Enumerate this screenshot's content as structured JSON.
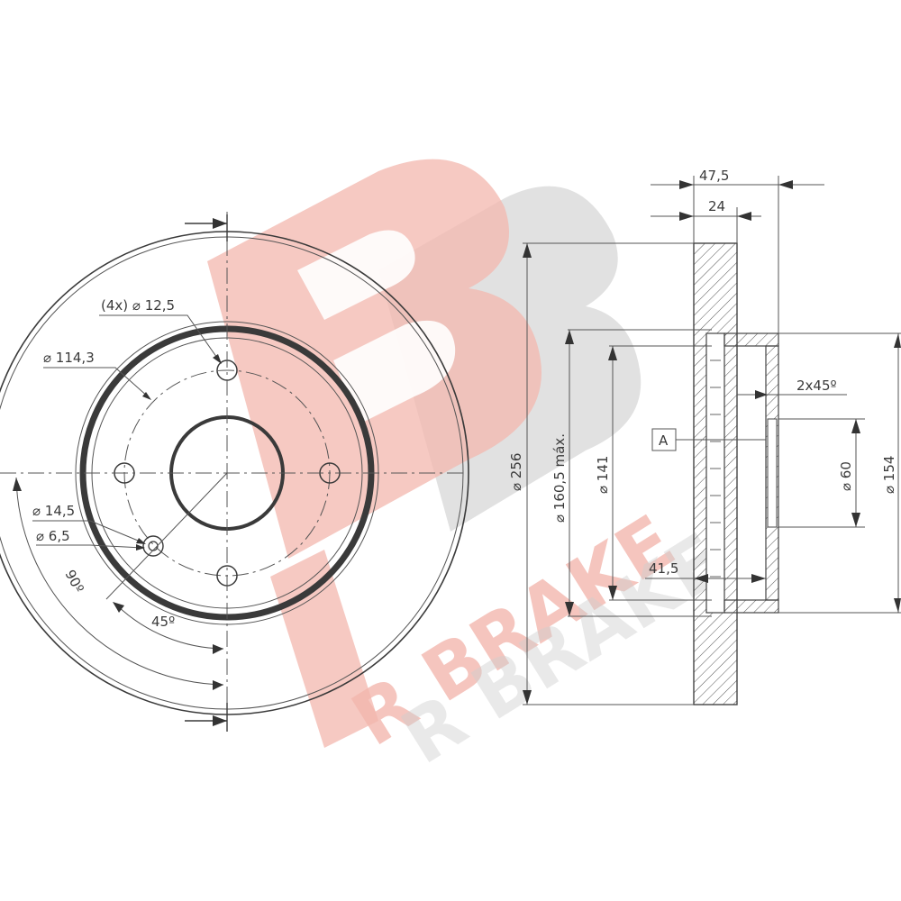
{
  "watermark": {
    "brand": "R BRAKE",
    "letter": "R",
    "color": "#f3b7ae"
  },
  "front_view": {
    "holes_label": "(4x) ⌀ 12,5",
    "pcd_label": "⌀ 114,3",
    "d1_label": "⌀ 14,5",
    "d2_label": "⌀ 6,5",
    "angle90_label": "90º",
    "angle45_label": "45º"
  },
  "side_view": {
    "overall_width_label": "47,5",
    "thickness_label": "24",
    "chamfer_label": "2x45º",
    "datum_label": "A",
    "offset_label": "41,5",
    "diam_outer_label": "⌀ 256",
    "diam_max_label": "⌀ 160,5 máx.",
    "diam_hat_label": "⌀ 141",
    "diam_bore_label": "⌀ 60",
    "diam_hub_label": "⌀ 154"
  }
}
